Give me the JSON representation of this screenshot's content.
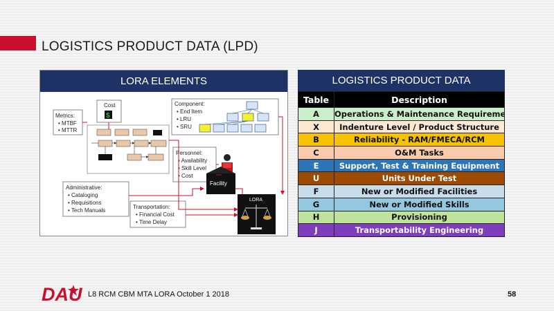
{
  "slide": {
    "title": "LOGISTICS PRODUCT DATA (LPD)",
    "footer": "L8 RCM CBM MTA LORA October 1 2018",
    "page_number": "58",
    "logo_text": "DAU",
    "accent_color": "#c8102e"
  },
  "lora": {
    "header": "LORA ELEMENTS",
    "cost_label": "Cost",
    "cost_symbol": "$",
    "metrics_title": "Metrics:",
    "metrics": [
      "MTBF",
      "MTTR"
    ],
    "component_title": "Component:",
    "components": [
      "End Item",
      "LRU",
      "SRU"
    ],
    "personnel_title": "Personnel:",
    "personnel": [
      "Availability",
      "Skill Level",
      "Cost"
    ],
    "facility_label": "Facility",
    "admin_title": "Administrative:",
    "admin": [
      "Cataloging",
      "Requisitions",
      "Tech Manuals"
    ],
    "transport_title": "Transportation:",
    "transport": [
      "Financial Cost",
      "Time Delay"
    ],
    "scale_label": "LORA"
  },
  "lpd": {
    "header": "LOGISTICS PRODUCT DATA",
    "col_table": "Table",
    "col_desc": "Description",
    "rows": [
      {
        "table": "A",
        "desc": "Operations & Maintenance Requirements",
        "color": "#c9eec9"
      },
      {
        "table": "X",
        "desc": "Indenture Level / Product Structure",
        "color": "#fde9d3"
      },
      {
        "table": "B",
        "desc": "Reliability - RAM/FMECA/RCM",
        "color": "#f7c200"
      },
      {
        "table": "C",
        "desc": "O&M Tasks",
        "color": "#f7cbac"
      },
      {
        "table": "E",
        "desc": "Support, Test & Training Equipment",
        "color": "#2e75b6"
      },
      {
        "table": "U",
        "desc": "Units Under Test",
        "color": "#9c4a04"
      },
      {
        "table": "F",
        "desc": "New or Modified Facilities",
        "color": "#c9dcea"
      },
      {
        "table": "G",
        "desc": "New or Modified Skills",
        "color": "#93c8e0"
      },
      {
        "table": "H",
        "desc": "Provisioning",
        "color": "#bfe29d"
      },
      {
        "table": "J",
        "desc": "Transportability Engineering",
        "color": "#7d3dbd"
      }
    ]
  }
}
